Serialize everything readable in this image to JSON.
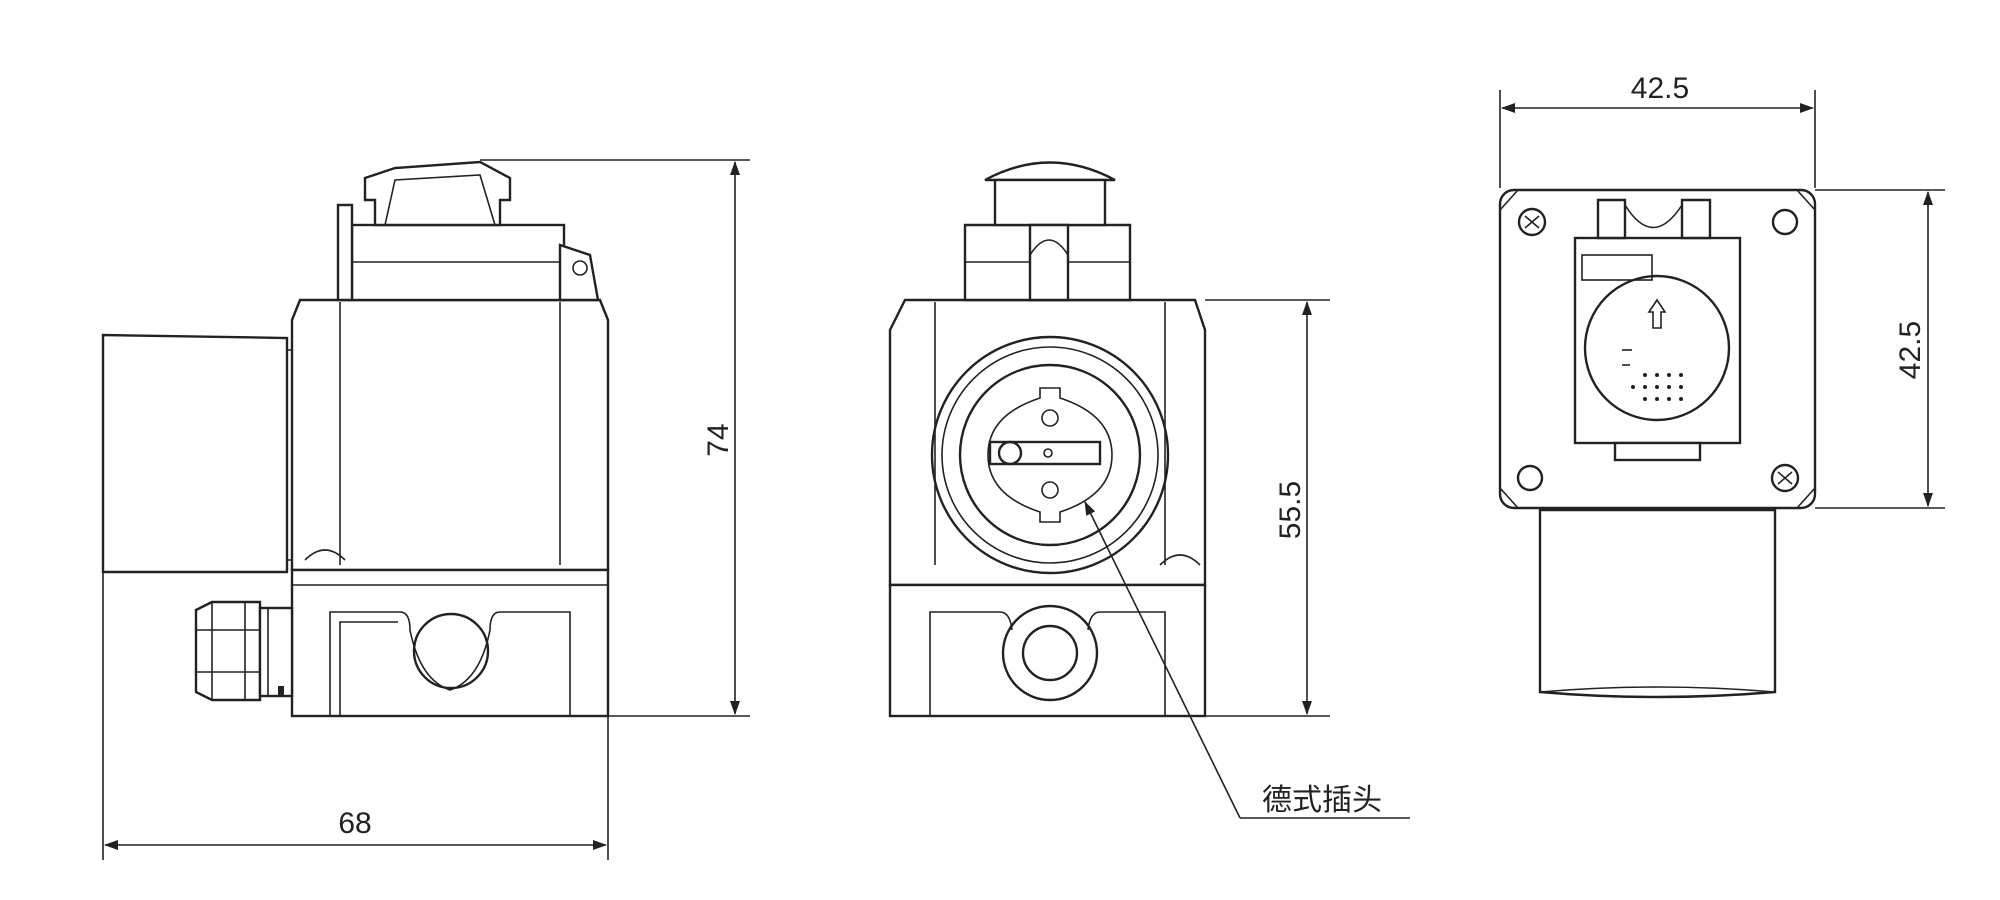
{
  "drawing": {
    "dimensions": {
      "side_width": "68",
      "side_height": "74",
      "front_height": "55.5",
      "top_width": "42.5",
      "top_height": "42.5"
    },
    "callout": "德式插头"
  },
  "colors": {
    "line": "#222222",
    "background": "#ffffff"
  }
}
